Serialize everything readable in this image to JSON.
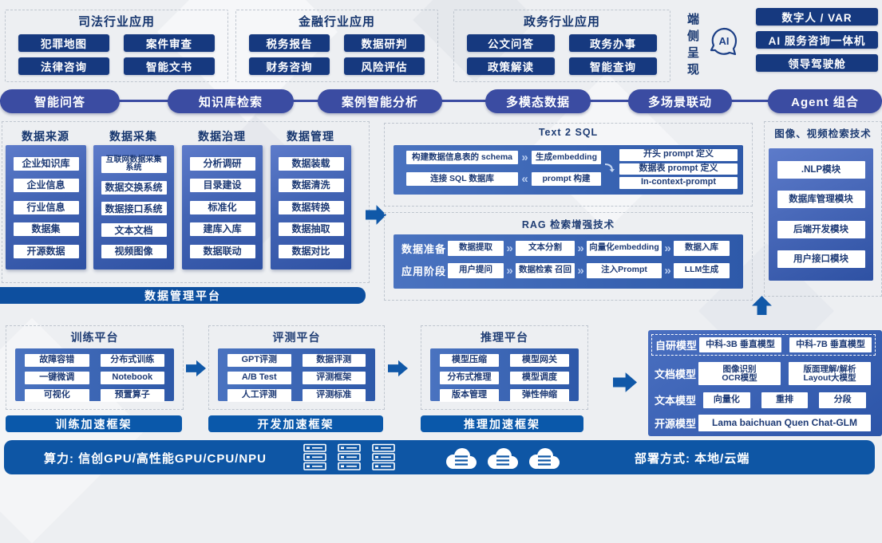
{
  "industries": [
    {
      "title": "司法行业应用",
      "items": [
        "犯罪地图",
        "案件审查",
        "法律咨询",
        "智能文书"
      ]
    },
    {
      "title": "金融行业应用",
      "items": [
        "税务报告",
        "数据研判",
        "财务咨询",
        "风险评估"
      ]
    },
    {
      "title": "政务行业应用",
      "items": [
        "公文问答",
        "政务办事",
        "政策解读",
        "智能查询"
      ]
    }
  ],
  "edge": {
    "label": "端侧呈现",
    "items": [
      "数字人 / VAR",
      "AI 服务咨询一体机",
      "领导驾驶舱"
    ]
  },
  "capability_pills": [
    "智能问答",
    "知识库检索",
    "案例智能分析",
    "多模态数据",
    "多场景联动",
    "Agent 组合"
  ],
  "data_columns": [
    {
      "title": "数据来源",
      "items": [
        "企业知识库",
        "企业信息",
        "行业信息",
        "数据集",
        "开源数据"
      ]
    },
    {
      "title": "数据采集",
      "items": [
        "互联网数据采集\n系统",
        "数据交换系统",
        "数据接口系统",
        "文本文档",
        "视频图像"
      ]
    },
    {
      "title": "数据治理",
      "items": [
        "分析调研",
        "目录建设",
        "标准化",
        "建库入库",
        "数据联动"
      ]
    },
    {
      "title": "数据管理",
      "items": [
        "数据装载",
        "数据清洗",
        "数据转换",
        "数据抽取",
        "数据对比"
      ]
    }
  ],
  "data_platform_banner": "数据管理平台",
  "text2sql": {
    "title": "Text 2 SQL",
    "row1_step1": "构建数据信息表的 schema",
    "row1_step2": "生成embedding",
    "row2_step1": "连接 SQL 数据库",
    "row2_step2": "prompt 构建",
    "prompts": [
      "开头 prompt 定义",
      "数据表 prompt 定义",
      "In-context-prompt"
    ]
  },
  "rag": {
    "title": "RAG 检索增强技术",
    "rows": [
      {
        "label": "数据准备",
        "steps": [
          "数据提取",
          "文本分割",
          "向量化embedding",
          "数据入库"
        ]
      },
      {
        "label": "应用阶段",
        "steps": [
          "用户提问",
          "数据检索 召回",
          "注入Prompt",
          "LLM生成"
        ]
      }
    ]
  },
  "image_video": {
    "title": "图像、视频检索技术",
    "items": [
      ".NLP模块",
      "数据库管理模块",
      "后端开发模块",
      "用户接口模块"
    ]
  },
  "platforms": [
    {
      "title": "训练平台",
      "items": [
        "故障容错",
        "分布式训练",
        "一键微调",
        "Notebook",
        "可视化",
        "预置算子"
      ],
      "banner": "训练加速框架"
    },
    {
      "title": "评测平台",
      "items": [
        "GPT评测",
        "数据评测",
        "A/B Test",
        "评测框架",
        "人工评测",
        "评测标准"
      ],
      "banner": "开发加速框架"
    },
    {
      "title": "推理平台",
      "items": [
        "模型压缩",
        "模型网关",
        "分布式推理",
        "模型调度",
        "版本管理",
        "弹性伸缩"
      ],
      "banner": "推理加速框架"
    }
  ],
  "models": {
    "rows": [
      {
        "label": "自研模型",
        "items": [
          "中科-3B 垂直模型",
          "中科-7B 垂直模型"
        ]
      },
      {
        "label": "文档模型",
        "items": [
          "图像识别\nOCR模型",
          "版面理解/解析\nLayout大模型"
        ]
      },
      {
        "label": "文本模型",
        "items": [
          "向量化",
          "重排",
          "分段"
        ]
      },
      {
        "label": "开源模型",
        "items": [
          "Lama baichuan Quen Chat-GLM"
        ]
      }
    ]
  },
  "footer": {
    "compute": "算力: 信创GPU/高性能GPU/CPU/NPU",
    "deploy": "部署方式: 本地/云端"
  },
  "icons": {
    "chevron_right": "»",
    "chevron_left": "«"
  },
  "colors": {
    "navy": "#16397f",
    "pill": "#3b4ca2",
    "panel_blue": "#2e59a9",
    "banner_blue": "#0a58aa",
    "footer_blue": "#0e56a5"
  }
}
